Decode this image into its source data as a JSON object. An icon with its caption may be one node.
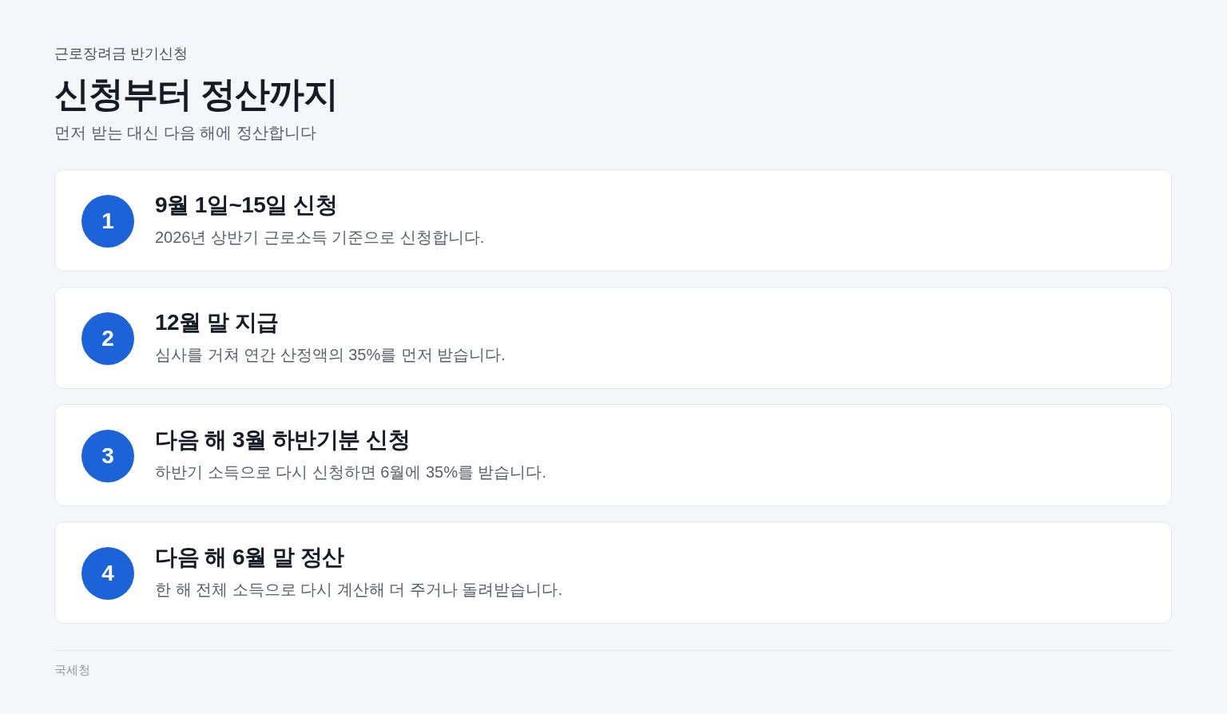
{
  "diagram": {
    "title": "신청부터 정산까지",
    "nodes": [
      {
        "text": [
          "9월 1일~15일 신청",
          "2026년 상반기 근로소득 기준으로 신청합니다."
        ]
      },
      {
        "text": [
          "1"
        ],
        "in": 0
      },
      {
        "text": [
          "12월 말 지급",
          "심사를 거쳐 연간 산정액의 35%를 먼저 받습니다."
        ]
      },
      {
        "text": [
          "2"
        ],
        "in": 2
      },
      {
        "text": [
          "다음 해 3월 하반기분 신청",
          "하반기 소득으로 다시 신청하면 6월에 35%를 받습니다."
        ]
      },
      {
        "text": [
          "3"
        ],
        "in": 4
      },
      {
        "text": [
          "다음 해 6월 말 정산",
          "한 해 전체 소득으로 다시 계산해 더 주거나 돌려받습니다."
        ]
      },
      {
        "text": [
          "4"
        ],
        "in": 6
      }
    ],
    "labels": [
      "근로장려금 반기신청",
      "먼저 받는 대신 다음 해에 정산합니다"
    ],
    "caption": "국세청"
  }
}
